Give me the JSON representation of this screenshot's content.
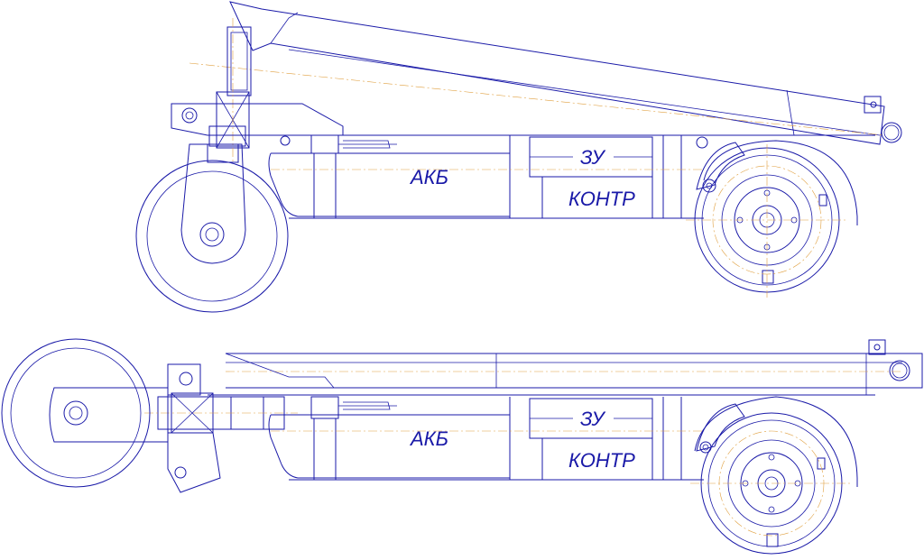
{
  "views": [
    {
      "labels": {
        "battery": "АКБ",
        "charger": "ЗУ",
        "controller": "КОНТР"
      }
    },
    {
      "labels": {
        "battery": "АКБ",
        "charger": "ЗУ",
        "controller": "КОНТР"
      }
    }
  ],
  "colors": {
    "line": "#1a1aa8",
    "axis": "#e0a040",
    "background": "#ffffff"
  }
}
